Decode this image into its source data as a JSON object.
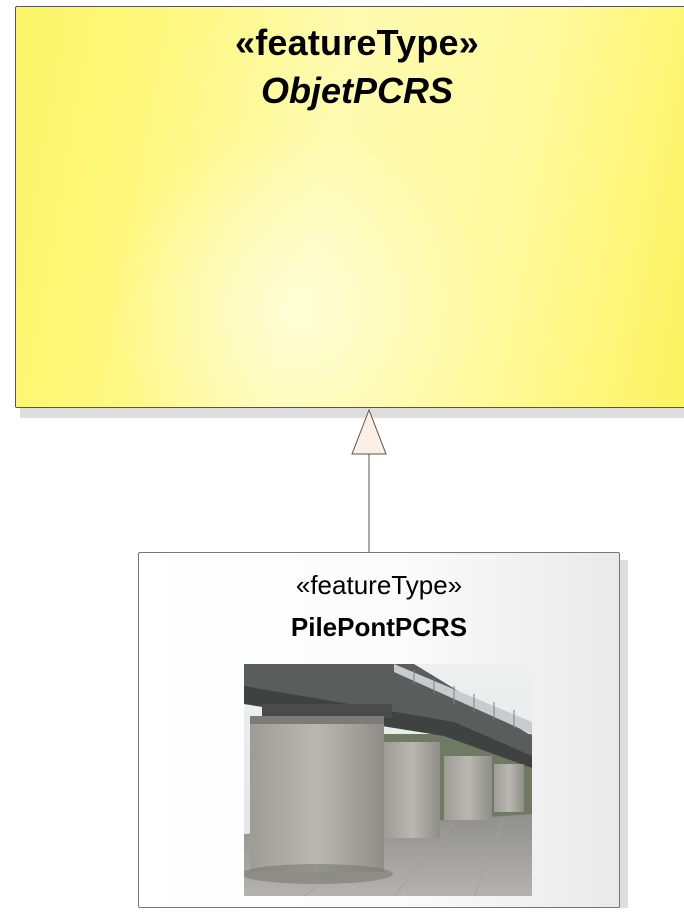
{
  "parent_class": {
    "stereotype": "«featureType»",
    "name": "ObjetPCRS",
    "fill_color": "#fdf77a"
  },
  "child_class": {
    "stereotype": "«featureType»",
    "name": "PilePontPCRS",
    "fill_color": "#f4f4f4"
  },
  "relationship": {
    "type": "generalization",
    "from": "PilePontPCRS",
    "to": "ObjetPCRS"
  },
  "icons": {
    "child_image": "bridge-pier-photo"
  }
}
